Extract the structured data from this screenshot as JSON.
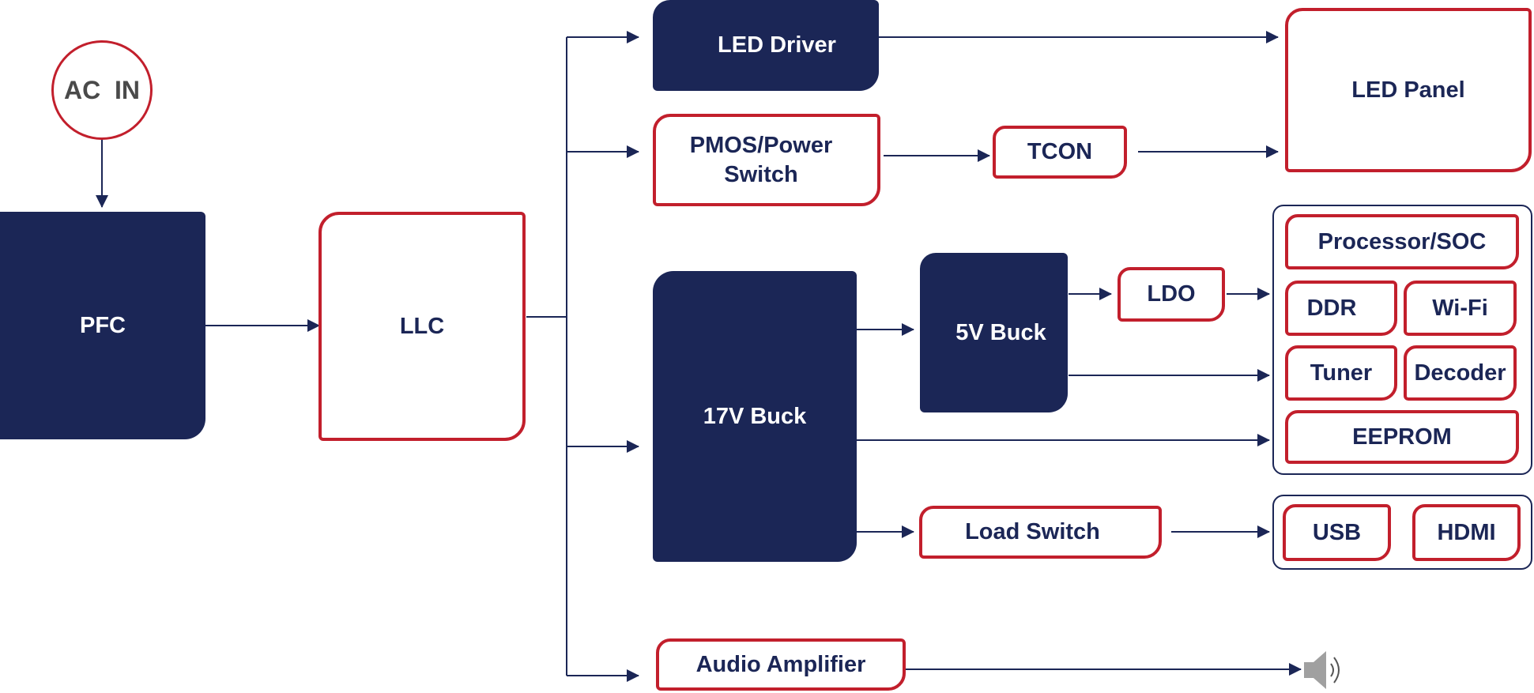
{
  "colors": {
    "dark_block": "#1b2656",
    "red_border": "#c21f2c",
    "line": "#1b2656",
    "speaker": "#a0a0a0"
  },
  "ac_in": "AC  IN",
  "blocks": {
    "pfc": "PFC",
    "llc": "LLC",
    "led_driver": "LED Driver",
    "pmos": "PMOS/Power Switch",
    "tcon": "TCON",
    "led_panel": "LED Panel",
    "buck17": "17V Buck",
    "buck5": "5V Buck",
    "ldo": "LDO",
    "load_switch": "Load Switch",
    "audio_amp": "Audio Amplifier"
  },
  "soc_group": {
    "processor": "Processor/SOC",
    "ddr": "DDR",
    "wifi": "Wi-Fi",
    "tuner": "Tuner",
    "decoder": "Decoder",
    "eeprom": "EEPROM"
  },
  "io_group": {
    "usb": "USB",
    "hdmi": "HDMI"
  },
  "icons": {
    "output": "speaker-icon"
  }
}
